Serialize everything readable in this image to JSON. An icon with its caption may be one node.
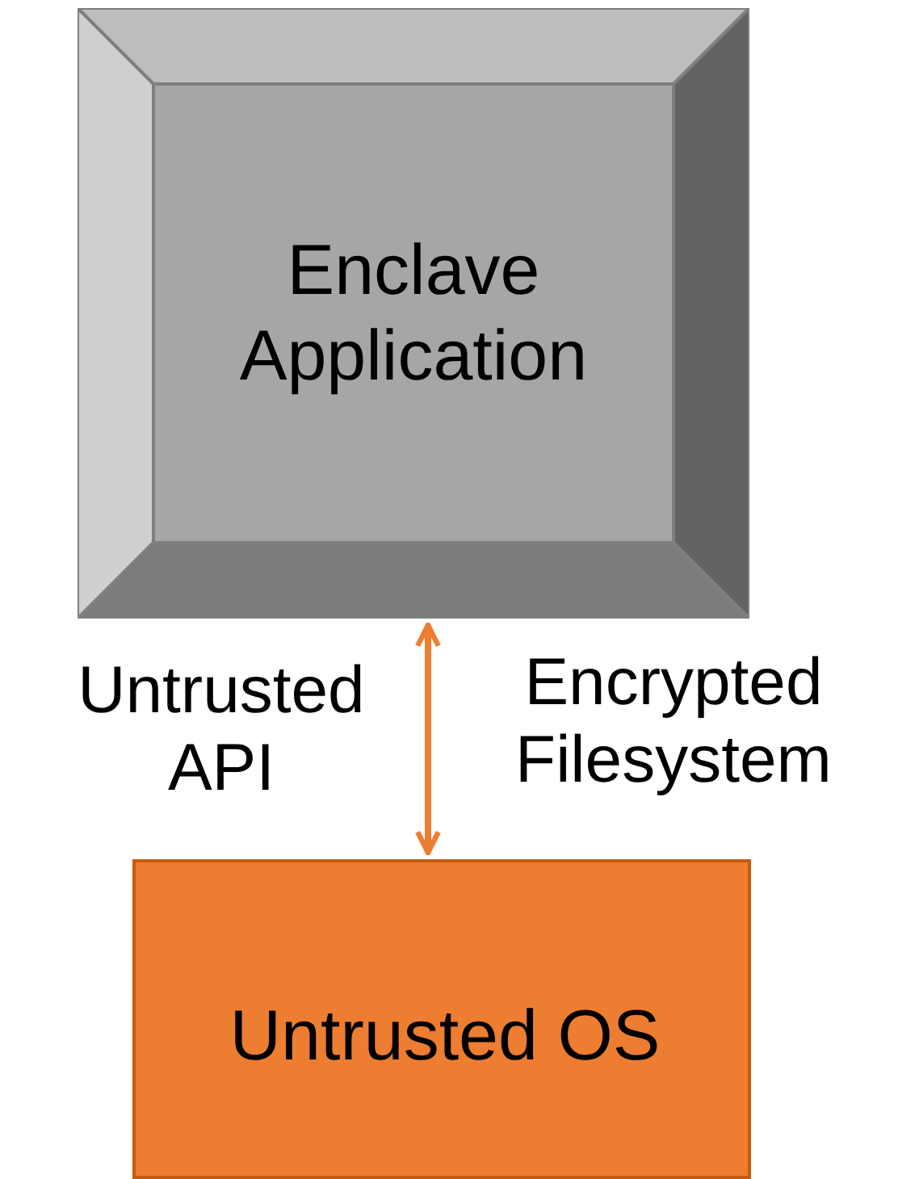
{
  "diagram": {
    "nodes": [
      {
        "text": [
          "Enclave Application"
        ]
      },
      {
        "text": [
          "Untrusted OS"
        ]
      }
    ],
    "edges": [
      {
        "from": 0,
        "to": 1,
        "arrow": "both"
      }
    ],
    "labels": [
      "Untrusted API",
      "Encrypted Filesystem"
    ]
  }
}
